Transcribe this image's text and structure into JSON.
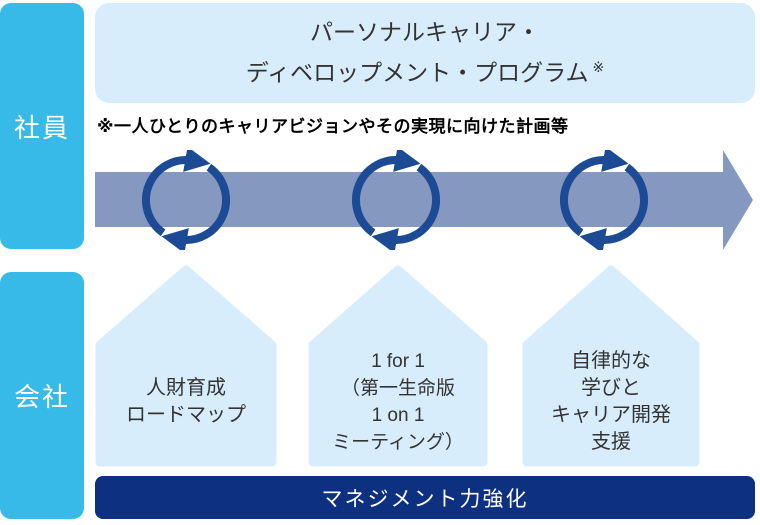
{
  "colors": {
    "row_label_bg": "#38bae9",
    "banner_bg": "#d8edfb",
    "flow_band": "#8598c0",
    "cycle_arrow": "#1c4a94",
    "bottom_bar_bg": "#0d3080",
    "text_dark": "#333333",
    "text_white": "#ffffff"
  },
  "rows": {
    "employee": "社員",
    "company": "会社"
  },
  "program_box": {
    "line1": "パーソナルキャリア・",
    "line2": "ディベロップメント・プログラム",
    "note_mark": "※"
  },
  "note": "※一人ひとりのキャリアビジョンやその実現に向けた計画等",
  "pillars": [
    {
      "lines": [
        "人財育成",
        "ロードマップ"
      ]
    },
    {
      "lines": [
        "1 for 1",
        "（第一生命版",
        "1 on 1",
        "ミーティング）"
      ]
    },
    {
      "lines": [
        "自律的な",
        "学びと",
        "キャリア開発",
        "支援"
      ]
    }
  ],
  "bottom_bar": "マネジメント力強化",
  "icons": {
    "flow": "right-flow-arrow",
    "cycle": "cycle-arrows"
  }
}
